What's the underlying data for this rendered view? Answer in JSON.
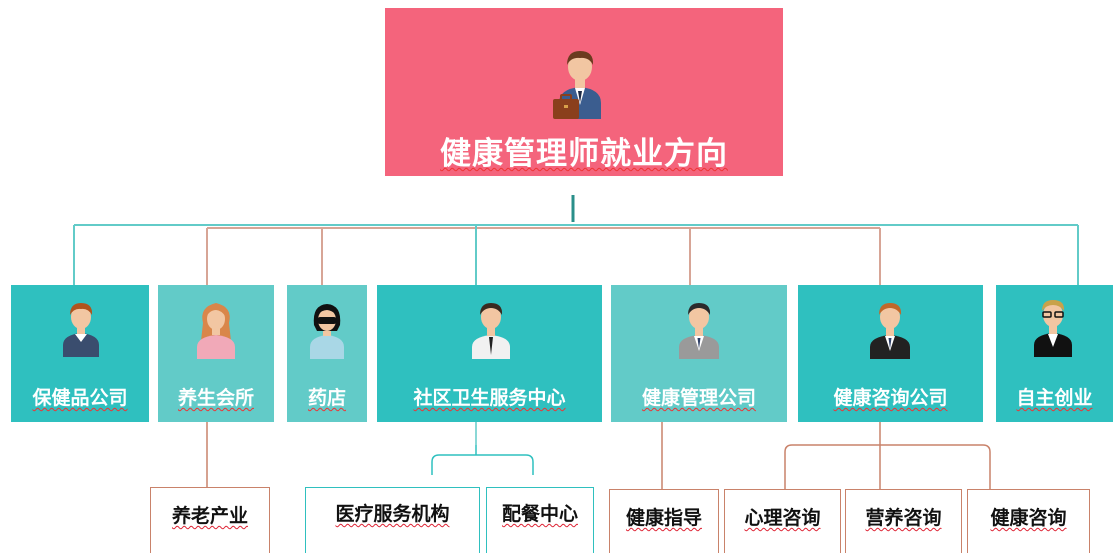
{
  "root": {
    "label": "健康管理师就业方向"
  },
  "categories": [
    {
      "label": "保健品公司"
    },
    {
      "label": "养生会所"
    },
    {
      "label": "药店"
    },
    {
      "label": "社区卫生服务中心"
    },
    {
      "label": "健康管理公司"
    },
    {
      "label": "健康咨询公司"
    },
    {
      "label": "自主创业"
    }
  ],
  "leaves": {
    "yanglao": "养老产业",
    "yiliao": "医疗服务机构",
    "peican": "配餐中心",
    "jiankang_zhidao": "健康指导",
    "xinli_zixun": "心理咨询",
    "yingyang_zixun": "营养咨询",
    "jiankang_zixun": "健康咨询"
  },
  "colors": {
    "root": "#f4647c",
    "teal": "#2fc0bf",
    "teal_light": "#62cbc8",
    "brown_line": "#c9826a"
  }
}
